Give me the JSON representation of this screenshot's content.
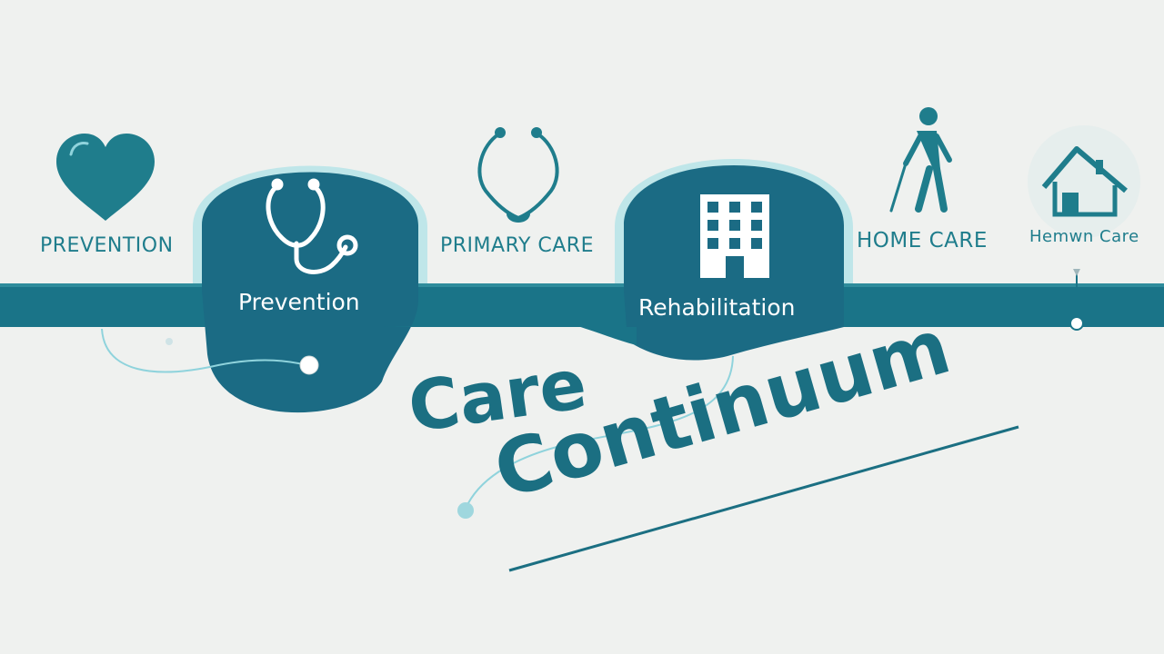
{
  "steps": [
    {
      "label": "PREVENTION",
      "icon": "heart-icon"
    },
    {
      "label": "Prevention",
      "icon": "stethoscope-icon"
    },
    {
      "label": "PRIMARY CARE",
      "icon": "stethoscope-icon"
    },
    {
      "label": "Rehabilitation",
      "icon": "hospital-building-icon"
    },
    {
      "label": "HOME CARE",
      "icon": "walking-person-cane-icon"
    },
    {
      "label": "Hemwn Care",
      "icon": "house-icon"
    }
  ],
  "title": {
    "line1": "Care",
    "line2": "Continuum"
  },
  "colors": {
    "background": "#eff1ef",
    "band": "#1a7488",
    "dome": "#1b6b84",
    "accent": "#8fd3dc",
    "text": "#1f7d8c"
  }
}
